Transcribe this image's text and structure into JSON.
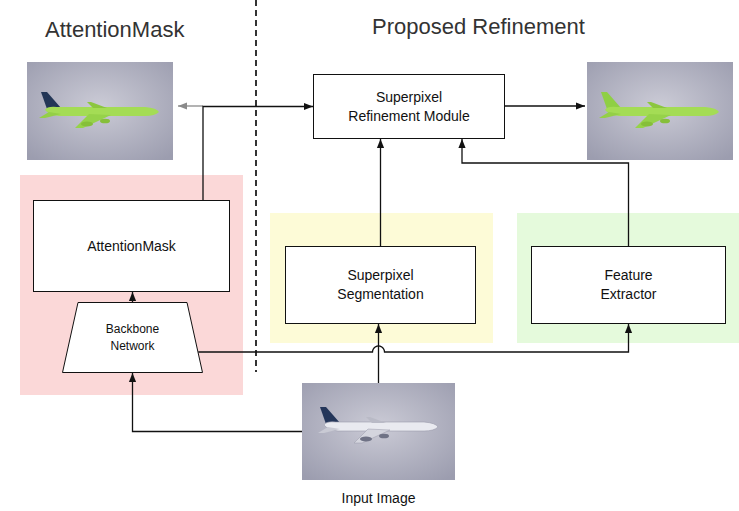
{
  "diagram": {
    "nodes": [
      {
        "text": [
          "Superpixel Refinement Module"
        ]
      },
      {
        "text": [
          "AttentionMask"
        ]
      },
      {
        "text": [
          "Superpixel Segmentation"
        ]
      },
      {
        "text": [
          "Feature Extractor"
        ]
      },
      {
        "text": [
          "Backbone Network"
        ]
      },
      {
        "text": [
          "Input Image"
        ]
      }
    ],
    "edges": [
      {
        "from": 4,
        "to": 1,
        "arrow": "to"
      },
      {
        "from": 1,
        "to": 0,
        "arrow": "to"
      },
      {
        "from": 2,
        "to": 0,
        "arrow": "to"
      },
      {
        "from": 3,
        "to": 0,
        "arrow": "to"
      },
      {
        "from": 4,
        "to": 3,
        "arrow": "to"
      },
      {
        "from": 5,
        "to": 4,
        "arrow": "to"
      },
      {
        "from": 5,
        "to": 2,
        "arrow": "to"
      }
    ],
    "labels": [
      "AttentionMask",
      "Proposed Refinement"
    ]
  }
}
